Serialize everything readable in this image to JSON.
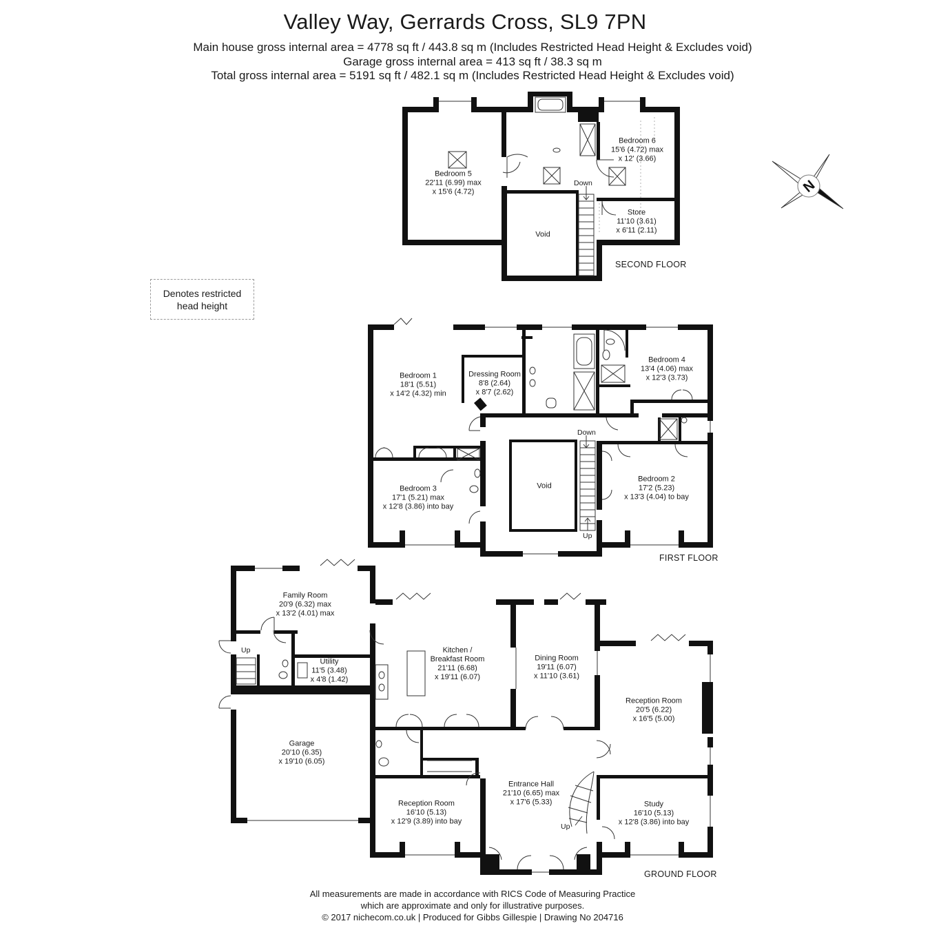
{
  "header": {
    "title": "Valley Way, Gerrards Cross, SL9 7PN",
    "line1": "Main house gross internal area =  4778 sq ft / 443.8 sq m (Includes Restricted Head Height & Excludes void)",
    "line2": "Garage gross internal area = 413 sq ft / 38.3 sq m",
    "line3": "Total gross internal area =  5191 sq ft / 482.1 sq m (Includes Restricted Head Height & Excludes void)"
  },
  "legend": {
    "line1": "Denotes restricted",
    "line2": "head height"
  },
  "compass": {
    "label": "N"
  },
  "floors": {
    "second": {
      "label": "SECOND FLOOR",
      "rooms": {
        "bedroom5": {
          "name": "Bedroom 5",
          "dim1": "22'11 (6.99) max",
          "dim2": "x 15'6 (4.72)"
        },
        "bedroom6": {
          "name": "Bedroom 6",
          "dim1": "15'6 (4.72) max",
          "dim2": "x 12' (3.66)"
        },
        "store": {
          "name": "Store",
          "dim1": "11'10 (3.61)",
          "dim2": "x 6'11 (2.11)"
        },
        "void": {
          "name": "Void"
        }
      },
      "stairs": "Down"
    },
    "first": {
      "label": "FIRST FLOOR",
      "rooms": {
        "bedroom1": {
          "name": "Bedroom 1",
          "dim1": "18'1 (5.51)",
          "dim2": "x 14'2 (4.32) min"
        },
        "dressing": {
          "name": "Dressing Room",
          "dim1": "8'8 (2.64)",
          "dim2": "x 8'7 (2.62)"
        },
        "bedroom4": {
          "name": "Bedroom 4",
          "dim1": "13'4 (4.06) max",
          "dim2": "x 12'3 (3.73)"
        },
        "bedroom3": {
          "name": "Bedroom 3",
          "dim1": "17'1 (5.21) max",
          "dim2": "x 12'8 (3.86) into bay"
        },
        "bedroom2": {
          "name": "Bedroom 2",
          "dim1": "17'2 (5.23)",
          "dim2": "x 13'3 (4.04) to bay"
        },
        "void": {
          "name": "Void"
        }
      },
      "stairs_down": "Down",
      "stairs_up": "Up"
    },
    "ground": {
      "label": "GROUND FLOOR",
      "rooms": {
        "family": {
          "name": "Family Room",
          "dim1": "20'9 (6.32) max",
          "dim2": "x 13'2 (4.01) max"
        },
        "utility": {
          "name": "Utility",
          "dim1": "11'5 (3.48)",
          "dim2": "x 4'8 (1.42)"
        },
        "kitchen": {
          "name1": "Kitchen /",
          "name2": "Breakfast Room",
          "dim1": "21'11 (6.68)",
          "dim2": "x 19'11 (6.07)"
        },
        "dining": {
          "name": "Dining Room",
          "dim1": "19'11 (6.07)",
          "dim2": "x 11'10 (3.61)"
        },
        "reception1": {
          "name": "Reception Room",
          "dim1": "20'5 (6.22)",
          "dim2": "x 16'5 (5.00)"
        },
        "garage": {
          "name": "Garage",
          "dim1": "20'10 (6.35)",
          "dim2": "x 19'10 (6.05)"
        },
        "hall": {
          "name": "Entrance Hall",
          "dim1": "21'10 (6.65) max",
          "dim2": "x 17'6 (5.33)"
        },
        "reception2": {
          "name": "Reception Room",
          "dim1": "16'10 (5.13)",
          "dim2": "x 12'9 (3.89) into bay"
        },
        "study": {
          "name": "Study",
          "dim1": "16'10 (5.13)",
          "dim2": "x 12'8 (3.86) into bay"
        }
      },
      "stairs_up_utility": "Up",
      "stairs_up_hall": "Up"
    }
  },
  "footer": {
    "line1": "All measurements are made in accordance with RICS Code of Measuring Practice",
    "line2": "which are approximate and only for illustrative purposes.",
    "line3": "© 2017 nichecom.co.uk  |  Produced for Gibbs Gillespie  |  Drawing No 204716"
  }
}
